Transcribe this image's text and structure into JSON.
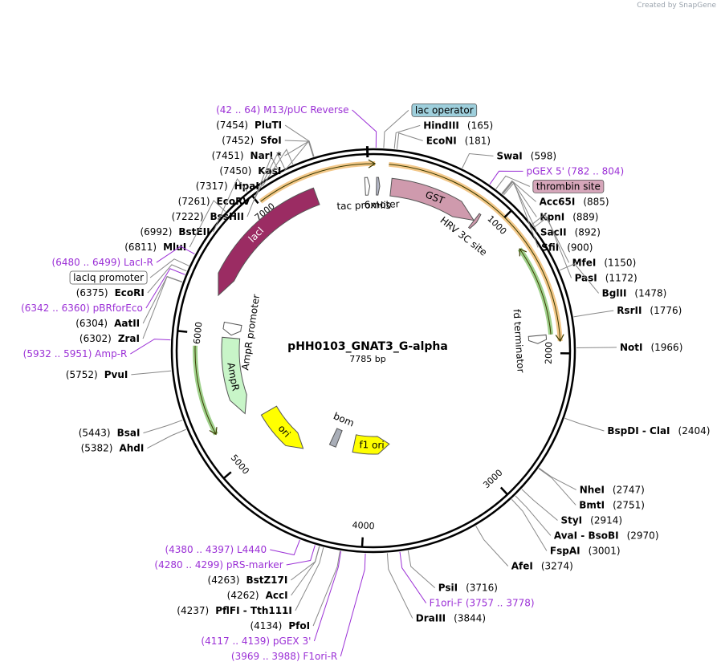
{
  "credit": "Created by SnapGene",
  "plasmid": {
    "name": "pHH0103_GNAT3_G-alpha",
    "length_label": "7785 bp",
    "total_bp": 7785
  },
  "ticks": [
    {
      "bp": 1000,
      "label": "1000"
    },
    {
      "bp": 2000,
      "label": "2000"
    },
    {
      "bp": 3000,
      "label": "3000"
    },
    {
      "bp": 4000,
      "label": "4000"
    },
    {
      "bp": 5000,
      "label": "5000"
    },
    {
      "bp": 6000,
      "label": "6000"
    },
    {
      "bp": 7000,
      "label": "7000"
    }
  ],
  "sites": [
    {
      "label": "(42 .. 64)  M13/pUC Reverse",
      "bp": 53,
      "kind": "primer",
      "side": "left"
    },
    {
      "label": "lac operator",
      "bp": 100,
      "kind": "boxed",
      "color": "#9ecfdc",
      "side": "right"
    },
    {
      "name": "HindIII",
      "pos": "(165)",
      "bp": 165,
      "side": "right"
    },
    {
      "name": "EcoNI",
      "pos": "(181)",
      "bp": 181,
      "side": "right"
    },
    {
      "name": "SwaI",
      "pos": "(598)",
      "bp": 598,
      "side": "right"
    },
    {
      "label": "pGEX 5'   (782 .. 804)",
      "bp": 793,
      "kind": "primer",
      "side": "right"
    },
    {
      "label": "thrombin site",
      "bp": 840,
      "kind": "boxed",
      "color": "#d6a6ba",
      "side": "right"
    },
    {
      "name": "Acc65I",
      "pos": "(885)",
      "bp": 885,
      "side": "right"
    },
    {
      "name": "KpnI",
      "pos": "(889)",
      "bp": 889,
      "side": "right"
    },
    {
      "name": "SacII",
      "pos": "(892)",
      "bp": 892,
      "side": "right"
    },
    {
      "name": "SfiI",
      "pos": "(900)",
      "bp": 900,
      "side": "right"
    },
    {
      "name": "MfeI",
      "pos": "(1150)",
      "bp": 1150,
      "side": "right"
    },
    {
      "name": "PasI",
      "pos": "(1172)",
      "bp": 1172,
      "side": "right"
    },
    {
      "name": "BglII",
      "pos": "(1478)",
      "bp": 1478,
      "side": "right"
    },
    {
      "name": "RsrII",
      "pos": "(1776)",
      "bp": 1776,
      "side": "right"
    },
    {
      "name": "NotI",
      "pos": "(1966)",
      "bp": 1966,
      "side": "right"
    },
    {
      "name": "BspDI  -  ClaI",
      "pos": "(2404)",
      "bp": 2404,
      "side": "right"
    },
    {
      "name": "NheI",
      "pos": "(2747)",
      "bp": 2747,
      "side": "right"
    },
    {
      "name": "BmtI",
      "pos": "(2751)",
      "bp": 2751,
      "side": "right"
    },
    {
      "name": "StyI",
      "pos": "(2914)",
      "bp": 2914,
      "side": "right"
    },
    {
      "name": "AvaI  -  BsoBI",
      "pos": "(2970)",
      "bp": 2970,
      "side": "right"
    },
    {
      "name": "FspAI",
      "pos": "(3001)",
      "bp": 3001,
      "side": "right"
    },
    {
      "name": "AfeI",
      "pos": "(3274)",
      "bp": 3274,
      "side": "right"
    },
    {
      "name": "PsiI",
      "pos": "(3716)",
      "bp": 3716,
      "side": "right"
    },
    {
      "label": "F1ori-F   (3757 .. 3778)",
      "bp": 3767,
      "kind": "primer",
      "side": "right"
    },
    {
      "name": "DraIII",
      "pos": "(3844)",
      "bp": 3844,
      "side": "right"
    },
    {
      "label": "(3969 .. 3988)  F1ori-R",
      "bp": 3978,
      "kind": "primer",
      "side": "left"
    },
    {
      "name": "PfoI",
      "pos": "(4134)",
      "bp": 4134,
      "side": "left"
    },
    {
      "label": "(4117 .. 4139)  pGEX 3'",
      "bp": 4128,
      "kind": "primer",
      "side": "left"
    },
    {
      "name": "PflFI  -  Tth111I",
      "pos": "(4237)",
      "bp": 4237,
      "side": "left"
    },
    {
      "name": "AccI",
      "pos": "(4262)",
      "bp": 4262,
      "side": "left"
    },
    {
      "name": "BstZ17I",
      "pos": "(4263)",
      "bp": 4263,
      "side": "left"
    },
    {
      "label": "(4280 .. 4299)  pRS-marker",
      "bp": 4290,
      "kind": "primer",
      "side": "left"
    },
    {
      "label": "(4380 .. 4397)  L4440",
      "bp": 4388,
      "kind": "primer",
      "side": "left"
    },
    {
      "name": "AhdI",
      "pos": "(5382)",
      "bp": 5382,
      "side": "left"
    },
    {
      "name": "BsaI",
      "pos": "(5443)",
      "bp": 5443,
      "side": "left"
    },
    {
      "name": "PvuI",
      "pos": "(5752)",
      "bp": 5752,
      "side": "left"
    },
    {
      "label": "(5932 .. 5951)  Amp-R",
      "bp": 5941,
      "kind": "primer",
      "side": "left"
    },
    {
      "name": "ZraI",
      "pos": "(6302)",
      "bp": 6302,
      "side": "left"
    },
    {
      "name": "AatII",
      "pos": "(6304)",
      "bp": 6304,
      "side": "left"
    },
    {
      "label": "(6342 .. 6360)  pBRforEco",
      "bp": 6351,
      "kind": "primer",
      "side": "left"
    },
    {
      "name": "EcoRI",
      "pos": "(6375)",
      "bp": 6375,
      "side": "left"
    },
    {
      "label": "lacIq promoter",
      "bp": 6410,
      "kind": "boxed",
      "color": "#ffffff",
      "side": "left"
    },
    {
      "label": "(6480 .. 6499)  LacI-R",
      "bp": 6490,
      "kind": "primer",
      "side": "left"
    },
    {
      "name": "MluI",
      "pos": "(6811)",
      "bp": 6811,
      "side": "left"
    },
    {
      "name": "BstEII",
      "pos": "(6992)",
      "bp": 6992,
      "side": "left"
    },
    {
      "name": "BssHII",
      "pos": "(7222)",
      "bp": 7222,
      "side": "left"
    },
    {
      "name": "EcoRV",
      "pos": "(7261)",
      "bp": 7261,
      "side": "left"
    },
    {
      "name": "HpaI",
      "pos": "(7317)",
      "bp": 7317,
      "side": "left"
    },
    {
      "name": "KasI",
      "pos": "(7450)",
      "bp": 7450,
      "side": "left"
    },
    {
      "name": "NarI *",
      "pos": "(7451)",
      "bp": 7451,
      "side": "left"
    },
    {
      "name": "SfoI",
      "pos": "(7452)",
      "bp": 7452,
      "side": "left"
    },
    {
      "name": "PluTI",
      "pos": "(7454)",
      "bp": 7454,
      "side": "left"
    }
  ],
  "features": [
    {
      "label": "lacI",
      "start": 6300,
      "end": 7385,
      "ring": "inner2",
      "dir": -1,
      "color": "#9b2c63",
      "text_color": "#ffffff"
    },
    {
      "label": "GST",
      "start": 170,
      "end": 850,
      "ring": "inner2",
      "dir": 1,
      "color": "#cf9aad",
      "text_color": "#000000"
    },
    {
      "label": "AmpR",
      "start": 5310,
      "end": 5985,
      "ring": "inner3",
      "dir": -1,
      "color": "#c8f5c8",
      "text_color": "#000000"
    },
    {
      "label": "AmpR promoter",
      "start": 6010,
      "end": 6110,
      "ring": "inner3",
      "dir": -1,
      "color": "#ffffff",
      "text_color": "#000000"
    },
    {
      "label": "tac promoter",
      "start": 7760,
      "end": 10,
      "ring": "inner2",
      "dir": 1,
      "color": "#ffffff",
      "text_color": "#000000"
    },
    {
      "label": "6xHis",
      "start": 60,
      "end": 85,
      "ring": "inner2",
      "dir": 1,
      "color": "#b5b8c8",
      "text_color": "#000000"
    },
    {
      "label": "HRV 3C site",
      "start": 852,
      "end": 876,
      "ring": "inner2",
      "dir": 1,
      "color": "#cf9aad",
      "text_color": "#000000"
    },
    {
      "label": "fd terminator",
      "start": 1870,
      "end": 1930,
      "ring": "inner2",
      "dir": 1,
      "color": "#ffffff",
      "text_color": "#000000"
    },
    {
      "label": "ori",
      "start": 4700,
      "end": 5230,
      "ring": "inner4",
      "dir": -1,
      "color": "#ffff00",
      "text_color": "#000000"
    },
    {
      "label": "f1 ori",
      "start": 3720,
      "end": 4180,
      "ring": "inner5",
      "dir": -1,
      "color": "#ffff00",
      "text_color": "#000000"
    },
    {
      "label": "bom",
      "start": 4390,
      "end": 4470,
      "ring": "inner5",
      "dir": 0,
      "color": "#a9aeb8",
      "text_color": "#000000"
    }
  ],
  "orfs": [
    {
      "start": 7020,
      "end": 48,
      "dir": 1,
      "color": "#f3c88a"
    },
    {
      "start": 140,
      "end": 1920,
      "dir": 1,
      "color": "#f3c88a"
    },
    {
      "start": 1230,
      "end": 1870,
      "dir": -1,
      "color": "#9fd18c"
    },
    {
      "start": 5270,
      "end": 5910,
      "dir": -1,
      "color": "#9fd18c"
    }
  ]
}
